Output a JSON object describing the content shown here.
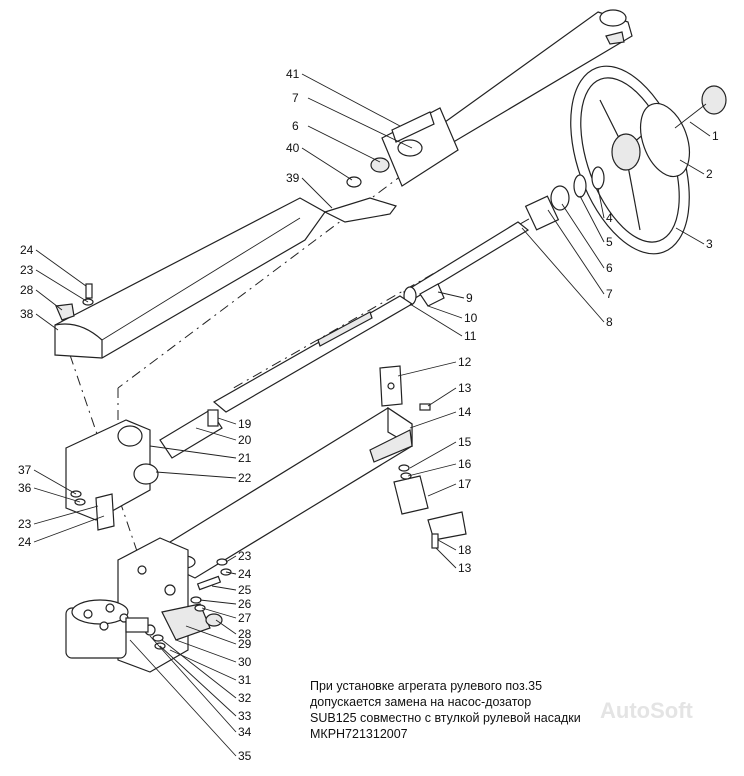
{
  "labels": [
    "1",
    "2",
    "3",
    "4",
    "5",
    "6",
    "7",
    "8",
    "9",
    "10",
    "11",
    "12",
    "13",
    "14",
    "15",
    "16",
    "17",
    "18",
    "13",
    "19",
    "20",
    "21",
    "22",
    "23",
    "24",
    "25",
    "26",
    "27",
    "28",
    "29",
    "30",
    "31",
    "32",
    "33",
    "34",
    "35",
    "41",
    "7",
    "6",
    "40",
    "39",
    "24",
    "23",
    "28",
    "38",
    "37",
    "36",
    "23",
    "24"
  ],
  "note": {
    "line1": "При установке агрегата рулевого поз.35",
    "line2": "допускается замена на насос-дозатор",
    "line3": "SUB125 совместно с втулкой рулевой насадки",
    "line4": "МКРН721312007"
  },
  "watermark": "AutoSoft"
}
